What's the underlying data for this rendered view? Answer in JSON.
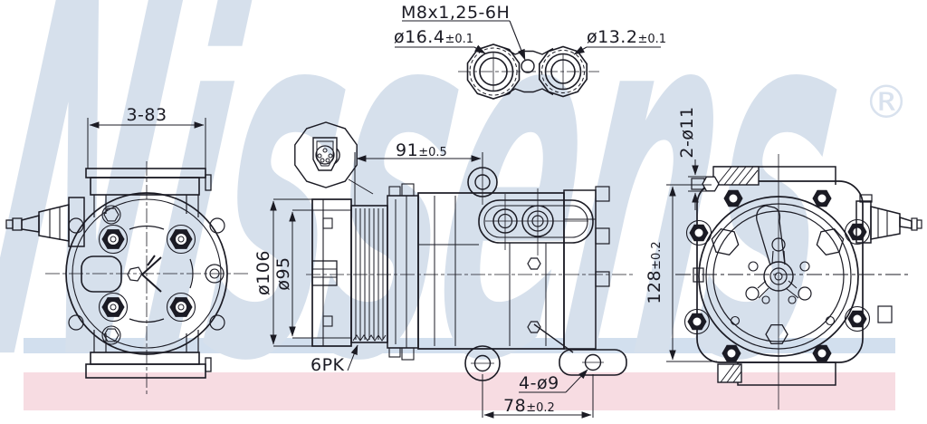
{
  "watermark": {
    "brand": "Nissens",
    "registered": "®"
  },
  "dimensions": {
    "thread": "M8x1,25-6H",
    "port_left": {
      "main": "ø16.4",
      "tol": "±0.1"
    },
    "port_right": {
      "main": "ø13.2",
      "tol": "±0.1"
    },
    "rear_width": "3-83",
    "length": {
      "main": "91",
      "tol": "±0.5"
    },
    "pulley_outer": "ø106",
    "pulley_pitch": "ø95",
    "belt": "6PK",
    "foot_holes": "4-ø9",
    "foot_spacing": {
      "main": "78",
      "tol": "±0.2"
    },
    "head_holes": "2-ø11",
    "height": {
      "main": "128",
      "tol": "±0.2"
    }
  },
  "colors": {
    "line": "#1b1b24",
    "watermark": "#d6e0ec",
    "stripe_blue": "#d2dfee",
    "stripe_pink": "#f7dce2"
  }
}
